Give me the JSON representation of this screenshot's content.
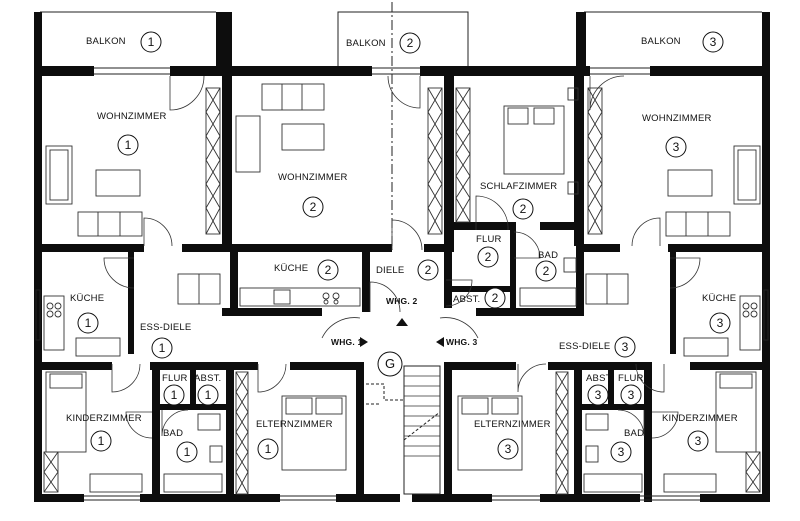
{
  "rooms": [
    {
      "id": "balkon1",
      "label": "BALKON",
      "num": "1"
    },
    {
      "id": "balkon2",
      "label": "BALKON",
      "num": "2"
    },
    {
      "id": "balkon3",
      "label": "BALKON",
      "num": "3"
    },
    {
      "id": "wohn1",
      "label": "WOHNZIMMER",
      "num": "1"
    },
    {
      "id": "wohn2",
      "label": "WOHNZIMMER",
      "num": "2"
    },
    {
      "id": "schlaf2",
      "label": "SCHLAFZIMMER",
      "num": "2"
    },
    {
      "id": "wohn3",
      "label": "WOHNZIMMER",
      "num": "3"
    },
    {
      "id": "flur2",
      "label": "FLUR",
      "num": "2"
    },
    {
      "id": "bad2",
      "label": "BAD",
      "num": "2"
    },
    {
      "id": "kueche2",
      "label": "KÜCHE",
      "num": "2"
    },
    {
      "id": "diele2",
      "label": "DIELE",
      "num": "2"
    },
    {
      "id": "abst2",
      "label": "ABST.",
      "num": "2"
    },
    {
      "id": "kueche1",
      "label": "KÜCHE",
      "num": "1"
    },
    {
      "id": "essdiele1",
      "label": "ESS-DIELE",
      "num": "1"
    },
    {
      "id": "kueche3",
      "label": "KÜCHE",
      "num": "3"
    },
    {
      "id": "essdiele3",
      "label": "ESS-DIELE",
      "num": "3"
    },
    {
      "id": "flur1",
      "label": "FLUR",
      "num": "1"
    },
    {
      "id": "abst1",
      "label": "ABST.",
      "num": "1"
    },
    {
      "id": "abst3",
      "label": "ABST.",
      "num": "3"
    },
    {
      "id": "flur3",
      "label": "FLUR",
      "num": "3"
    },
    {
      "id": "kinder1",
      "label": "KINDERZIMMER",
      "num": "1"
    },
    {
      "id": "bad1",
      "label": "BAD",
      "num": "1"
    },
    {
      "id": "eltern1",
      "label": "ELTERNZIMMER",
      "num": "1"
    },
    {
      "id": "eltern3",
      "label": "ELTERNZIMMER",
      "num": "3"
    },
    {
      "id": "bad3",
      "label": "BAD",
      "num": "3"
    },
    {
      "id": "kinder3",
      "label": "KINDERZIMMER",
      "num": "3"
    }
  ],
  "stair": {
    "label": "G"
  },
  "entrances": [
    {
      "id": "whg1",
      "label": "WHG. 1"
    },
    {
      "id": "whg2",
      "label": "WHG. 2"
    },
    {
      "id": "whg3",
      "label": "WHG. 3"
    }
  ]
}
